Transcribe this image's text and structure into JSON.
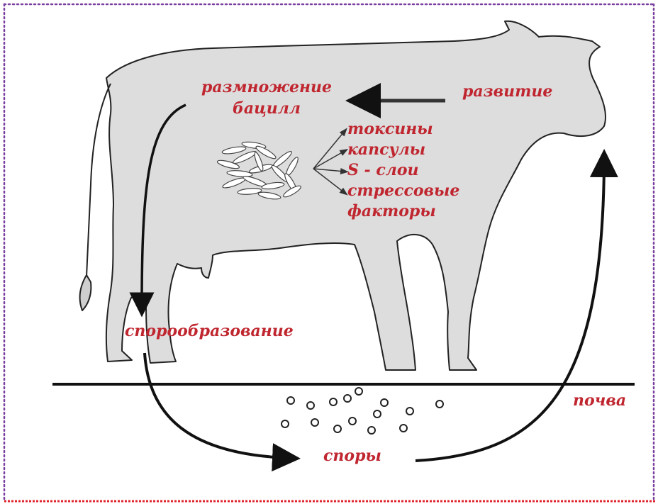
{
  "diagram": {
    "labels": {
      "reproduction": [
        "размножение",
        "бацилл"
      ],
      "development": "развитие",
      "factors": [
        "токсины",
        "капсулы",
        "S - слои",
        "стрессовые",
        "факторы"
      ],
      "sporulation": "спорообразование",
      "soil": "почва",
      "spores": "споры"
    },
    "colors": {
      "label_red": "#c0262f",
      "cow_fill": "#dddddd",
      "outline": "#111111",
      "frame_top": "#7a3fa0",
      "frame_bottom": "#e0262f"
    }
  }
}
